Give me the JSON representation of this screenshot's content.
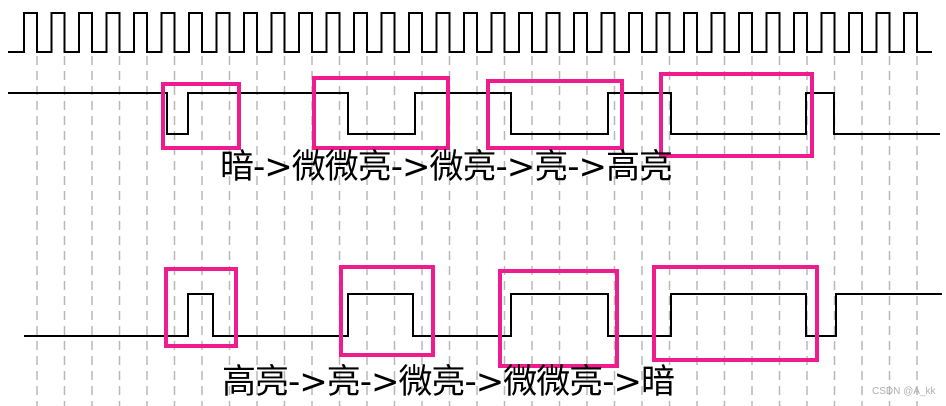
{
  "colors": {
    "signal": "#000000",
    "grid": "#b8b8b8",
    "highlight": "#ee1c8c",
    "background": "#ffffff"
  },
  "captions": {
    "top": "暗->微微亮->微亮->亮->高亮",
    "bottom": "高亮->亮->微亮->微微亮->暗"
  },
  "watermark": "CSDN @A_kk",
  "clock": {
    "cycles": 33
  },
  "top_waveform": {
    "description_level": "starts high",
    "edges": [
      [
        167,
        188
      ],
      [
        348,
        415
      ],
      [
        511,
        608
      ],
      [
        671,
        806
      ]
    ]
  },
  "bottom_waveform": {
    "description_level": "starts low",
    "edges": [
      [
        188,
        213
      ],
      [
        348,
        413
      ],
      [
        511,
        608
      ],
      [
        671,
        806
      ]
    ]
  },
  "highlight_boxes_top": [
    [
      163,
      84,
      76,
      64
    ],
    [
      314,
      78,
      134,
      70
    ],
    [
      488,
      81,
      134,
      67
    ],
    [
      661,
      74,
      151,
      82
    ]
  ],
  "highlight_boxes_bottom": [
    [
      166,
      269,
      70,
      77
    ],
    [
      341,
      267,
      92,
      88
    ],
    [
      500,
      271,
      117,
      95
    ],
    [
      654,
      267,
      163,
      93
    ]
  ]
}
